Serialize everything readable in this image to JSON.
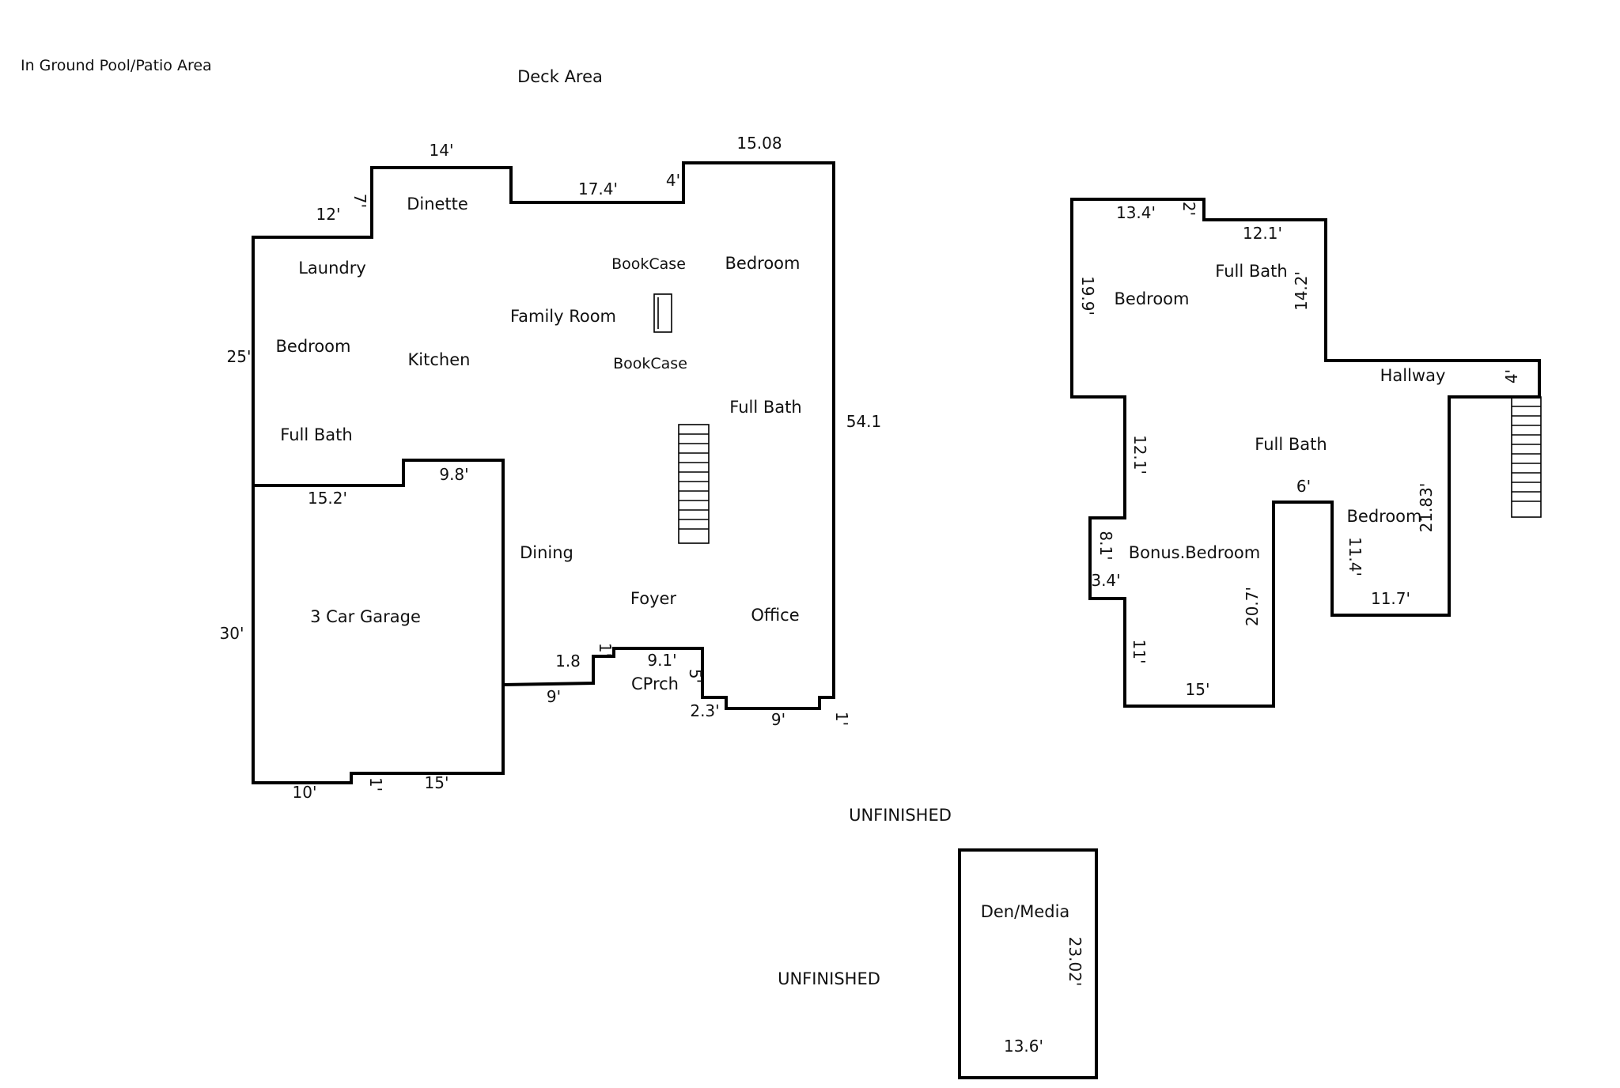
{
  "outside": {
    "pool_patio": "In Ground Pool/Patio Area",
    "deck": "Deck Area",
    "unfinished_1": "UNFINISHED",
    "unfinished_2": "UNFINISHED"
  },
  "main_floor": {
    "rooms": {
      "dinette": "Dinette",
      "laundry": "Laundry",
      "bedroom_left": "Bedroom",
      "kitchen": "Kitchen",
      "full_bath_left": "Full Bath",
      "family_room": "Family Room",
      "bookcase_top": "BookCase",
      "bookcase_bottom": "BookCase",
      "bedroom_right": "Bedroom",
      "full_bath_right": "Full Bath",
      "dining": "Dining",
      "foyer": "Foyer",
      "office": "Office",
      "garage": "3 Car Garage",
      "covered_porch": "CPrch"
    },
    "dims": {
      "d14": "14'",
      "d12": "12'",
      "d7": "7'",
      "d17_4": "17.4'",
      "d4": "4'",
      "d15_08": "15.08",
      "d25": "25'",
      "d54_1": "54.1",
      "d15_2": "15.2'",
      "d9_8": "9.8'",
      "d30": "30'",
      "d10": "10'",
      "d1_garage": "1'",
      "d15_garage": "15'",
      "d1_8": "1.8",
      "d9_porch": "9'",
      "d1_porch": "1'",
      "d9_1": "9.1'",
      "d5": "5'",
      "d2_3": "2.3'",
      "d9_bottom": "9'",
      "d1_bottom": "1'"
    }
  },
  "upper_floor": {
    "rooms": {
      "bedroom_top": "Bedroom",
      "full_bath_top": "Full Bath",
      "hallway": "Hallway",
      "full_bath_mid": "Full Bath",
      "bedroom_right": "Bedroom",
      "bonus_bedroom": "Bonus.Bedroom"
    },
    "dims": {
      "d13_4": "13.4'",
      "d2": "2'",
      "d12_1_top": "12.1'",
      "d19_9": "19.9'",
      "d14_2": "14.2'",
      "d4": "4'",
      "d12_1_left": "12.1'",
      "d6": "6'",
      "d21_83": "21.83'",
      "d8_1": "8.1'",
      "d11_4": "11.4'",
      "d3_4": "3.4'",
      "d20_7": "20.7'",
      "d11_7": "11.7'",
      "d11": "11'",
      "d15": "15'"
    }
  },
  "basement": {
    "den_media": "Den/Media",
    "d23_02": "23.02'",
    "d13_6": "13.6'"
  }
}
